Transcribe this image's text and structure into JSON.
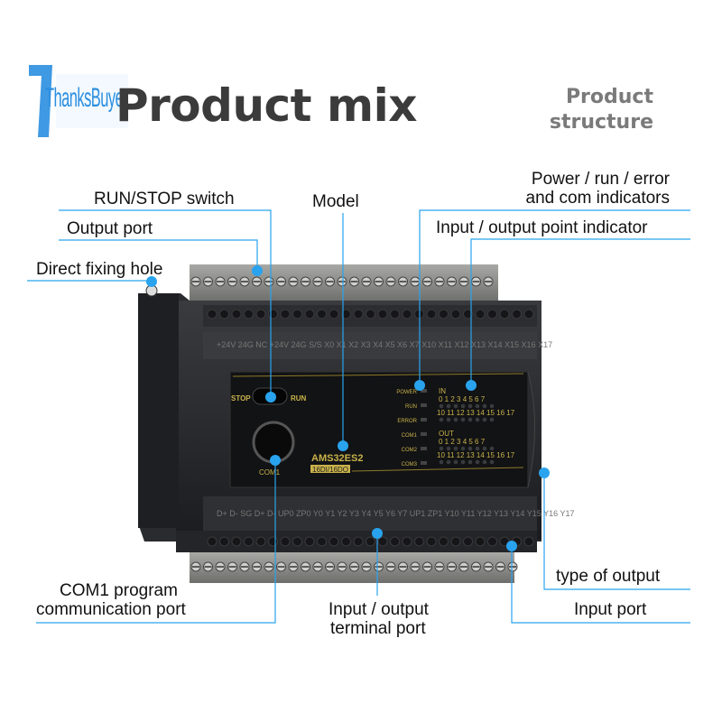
{
  "header": {
    "title": "Product mix",
    "logo_text": "ThanksBuyer",
    "subtitle_line1": "Product",
    "subtitle_line2": "structure"
  },
  "callouts": {
    "run_stop_switch": "RUN/STOP switch",
    "output_port": "Output port",
    "direct_fixing_hole": "Direct fixing hole",
    "model": "Model",
    "indicators_line1": "Power / run / error",
    "indicators_line2": "and com indicators",
    "io_point_indicator": "Input / output point indicator",
    "type_of_output": "type of output",
    "input_port": "Input port",
    "io_terminal_line1": "Input / output",
    "io_terminal_line2": "terminal port",
    "com1_line1": "COM1 program",
    "com1_line2": "communication port"
  },
  "device": {
    "model": "AMS32ES2",
    "io_spec": "16DI/16DO",
    "switch_stop": "STOP",
    "switch_run": "RUN",
    "com_port": "COM1",
    "status_leds": [
      "POWER",
      "RUN",
      "ERROR",
      "COM1",
      "COM2",
      "COM3"
    ],
    "in_label": "IN",
    "out_label": "OUT",
    "led_row1": "0 1 2 3 4 5 6 7",
    "led_row2": "10 11 12 13 14 15 16 17",
    "top_terminals": "+24V 24G  NC +24V 24G S/S X0 X1 X2 X3 X4 X5 X6 X7 X10 X11 X12 X13 X14 X15 X16 X17",
    "bottom_terminals": "D+ D- SG D+ D-  UP0 ZP0 Y0 Y1 Y2 Y3 Y4 Y5 Y6 Y7 UP1 ZP1 Y10 Y11 Y12 Y13 Y14 Y15 Y16 Y17"
  },
  "colors": {
    "accent": "#29a3ee",
    "body": "#222326",
    "text_gold": "#c9b24a"
  }
}
